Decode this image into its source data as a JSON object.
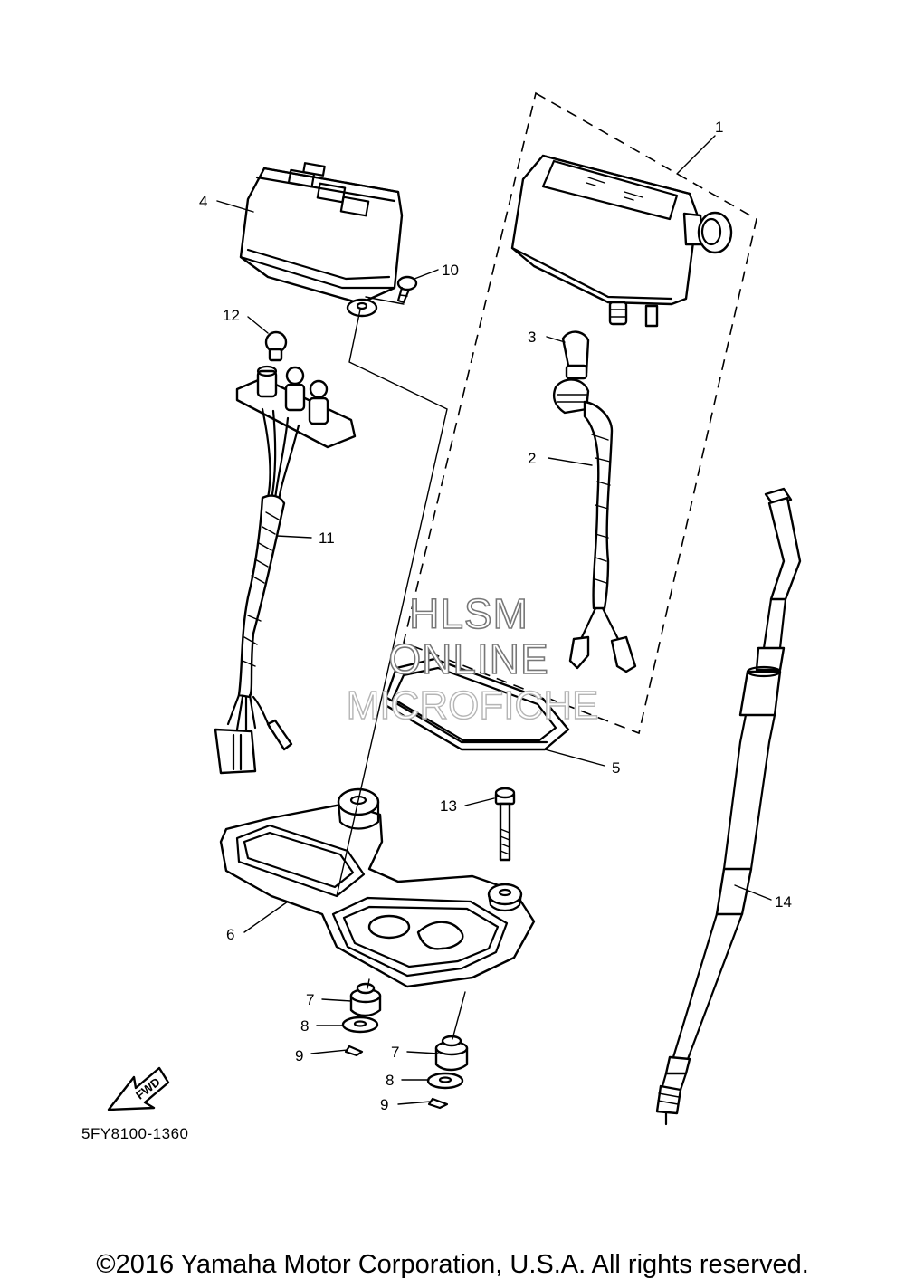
{
  "diagram": {
    "callouts": [
      "1",
      "2",
      "3",
      "4",
      "5",
      "6",
      "7",
      "8",
      "9",
      "10",
      "11",
      "12",
      "13",
      "14",
      "7",
      "8",
      "9"
    ],
    "watermark": [
      "HLSM",
      "ONLINE",
      "MICROFICHE"
    ],
    "fwd_label": "FWD",
    "drawing_code": "5FY8100-1360",
    "copyright": "©2016 Yamaha Motor Corporation, U.S.A. All rights reserved."
  }
}
